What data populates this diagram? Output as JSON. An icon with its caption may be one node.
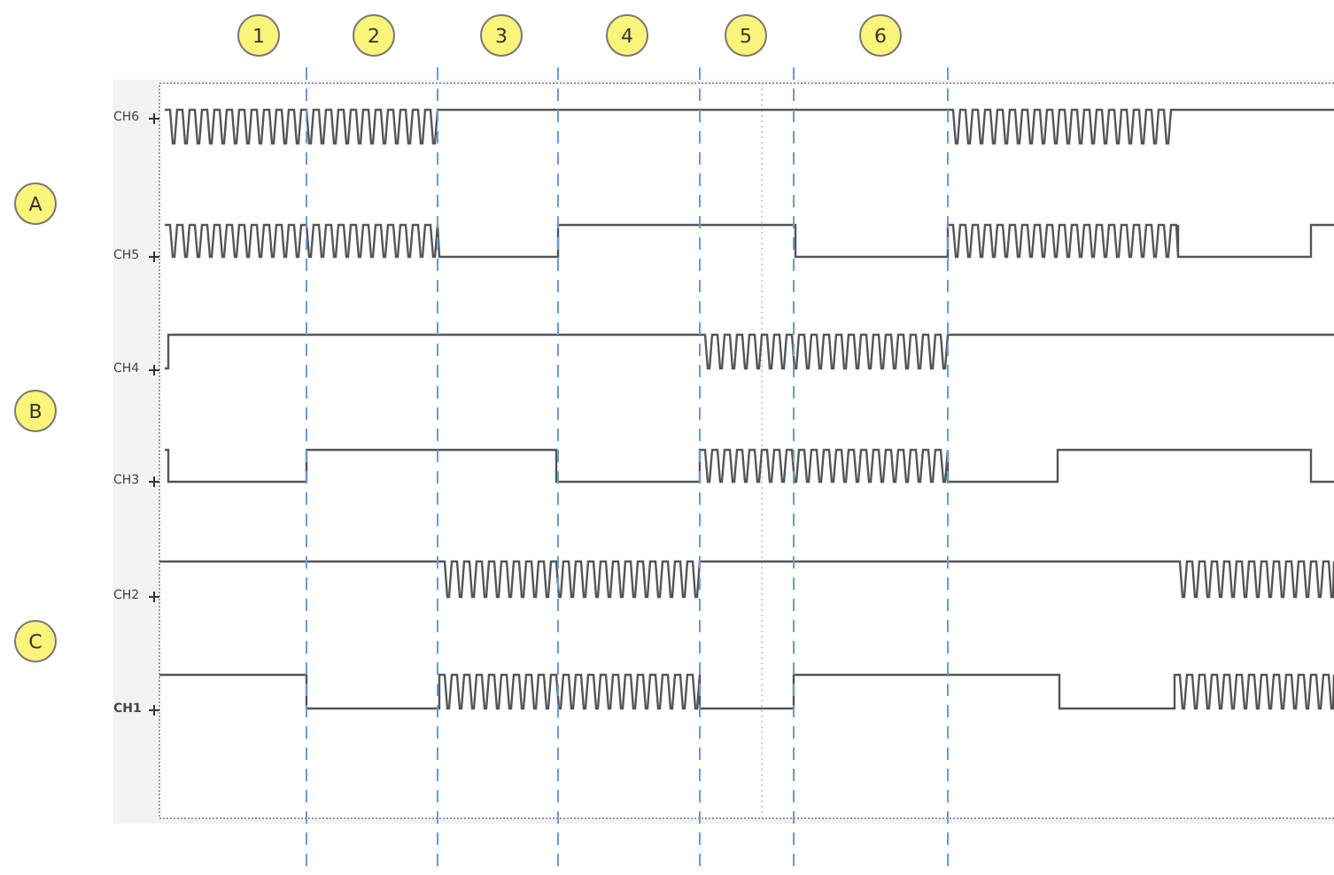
{
  "diagram": {
    "nodes": [
      {
        "text": [
          "1"
        ]
      },
      {
        "text": [
          "2"
        ]
      },
      {
        "text": [
          "3"
        ]
      },
      {
        "text": [
          "4"
        ]
      },
      {
        "text": [
          "5"
        ]
      },
      {
        "text": [
          "6"
        ]
      },
      {
        "text": [
          "A"
        ]
      },
      {
        "text": [
          "B"
        ]
      },
      {
        "text": [
          "C"
        ]
      }
    ],
    "labels": [
      "CH6",
      "CH5",
      "CH4",
      "CH3",
      "CH2",
      "CH1"
    ]
  }
}
